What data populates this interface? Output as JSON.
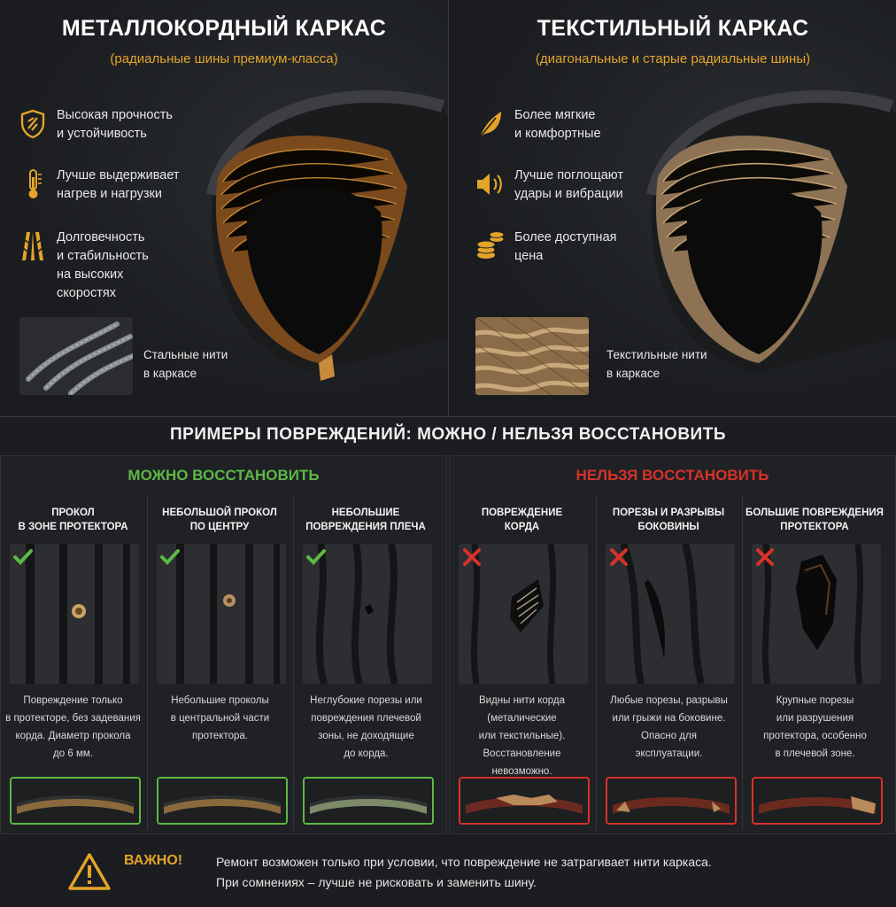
{
  "left_column": {
    "title": "МЕТАЛЛОКОРДНЫЙ КАРКАС",
    "subtitle": "(радиальные шины премиум-класса)",
    "features": [
      {
        "icon": "shield-icon",
        "line1": "Высокая прочность",
        "line2": "и устойчивость"
      },
      {
        "icon": "thermometer-icon",
        "line1": "Лучше выдерживает",
        "line2": "нагрев и нагрузки"
      },
      {
        "icon": "tire-tread-icon",
        "line1": "Долговечность",
        "line2": "и стабильность",
        "line3": "на высоких",
        "line4": "скоростях"
      }
    ],
    "thumb_caption_1": "Стальные нити",
    "thumb_caption_2": "в каркасе"
  },
  "right_column": {
    "title": "ТЕКСТИЛЬНЫЙ КАРКАС",
    "subtitle": "(диагональные и старые радиальные шины)",
    "features": [
      {
        "icon": "feather-icon",
        "line1": "Более мягкие",
        "line2": "и комфортные"
      },
      {
        "icon": "speaker-icon",
        "line1": "Лучше поглощают",
        "line2": "удары и вибрации"
      },
      {
        "icon": "coins-icon",
        "line1": "Более доступная",
        "line2": "цена"
      }
    ],
    "thumb_caption_1": "Текстильные нити",
    "thumb_caption_2": "в каркасе"
  },
  "examples_title": "ПРИМЕРЫ ПОВРЕЖДЕНИЙ: МОЖНО / НЕЛЬЗЯ ВОССТАНОВИТЬ",
  "can_repair": {
    "heading": "МОЖНО ВОССТАНОВИТЬ",
    "color": "#5db845",
    "cards": [
      {
        "title1": "ПРОКОЛ",
        "title2": "В ЗОНЕ ПРОТЕКТОРА",
        "desc": [
          "Повреждение только",
          "в протекторе, без задевания",
          "корда. Диаметр прокола",
          "до 6 мм."
        ]
      },
      {
        "title1": "НЕБОЛЬШОЙ ПРОКОЛ",
        "title2": "ПО ЦЕНТРУ",
        "desc": [
          "Небольшие проколы",
          "в центральной части",
          "протектора."
        ]
      },
      {
        "title1": "НЕБОЛЬШИЕ",
        "title2": "ПОВРЕЖДЕНИЯ ПЛЕЧА",
        "desc": [
          "Неглубокие порезы или",
          "повреждения плечевой",
          "зоны, не доходящие",
          "до корда."
        ]
      }
    ]
  },
  "cannot_repair": {
    "heading": "НЕЛЬЗЯ ВОССТАНОВИТЬ",
    "color": "#d8322a",
    "cards": [
      {
        "title1": "ПОВРЕЖДЕНИЕ",
        "title2": "КОРДА",
        "desc": [
          "Видны нити корда",
          "(металические",
          "или текстильные).",
          "Восстановление",
          "невозможно."
        ]
      },
      {
        "title1": "ПОРЕЗЫ И РАЗРЫВЫ",
        "title2": "БОКОВИНЫ",
        "desc": [
          "Любые порезы, разрывы",
          "или грыжи на боковине.",
          "Опасно для",
          "эксплуатации."
        ]
      },
      {
        "title1": "БОЛЬШИЕ ПОВРЕЖДЕНИЯ",
        "title2": "ПРОТЕКТОРА",
        "desc": [
          "Крупные порезы",
          "или разрушения",
          "протектора, особенно",
          "в плечевой зоне."
        ]
      }
    ]
  },
  "warning": {
    "label": "ВАЖНО!",
    "line1": "Ремонт возможен только при условии, что повреждение не затрагивает нити каркаса.",
    "line2": "При сомнениях – лучше не рисковать и заменить шину."
  },
  "colors": {
    "accent": "#e3a42a",
    "ok": "#5db845",
    "bad": "#d8322a",
    "bg": "#1b1d20"
  }
}
